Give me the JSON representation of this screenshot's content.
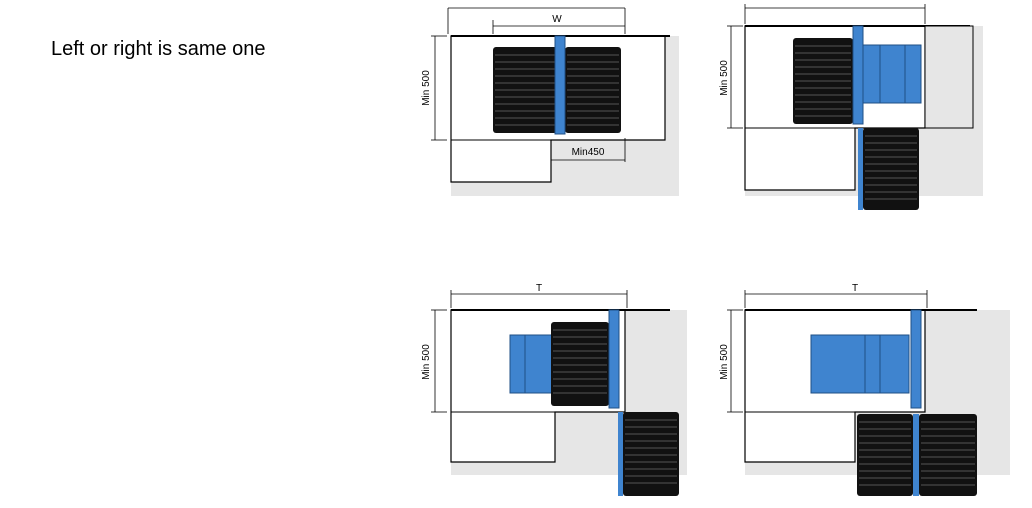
{
  "caption": "Left or right is same one",
  "panels": [
    {
      "id": "top-left",
      "top_dimension": "W",
      "side_dimension": "Min 500",
      "bottom_dimension": "Min450"
    },
    {
      "id": "top-right",
      "top_dimension": "",
      "side_dimension": "Min 500"
    },
    {
      "id": "bottom-left",
      "top_dimension": "T",
      "side_dimension": "Min 500"
    },
    {
      "id": "bottom-right",
      "top_dimension": "T",
      "side_dimension": "Min 500"
    }
  ],
  "colors": {
    "blue": "#3f84cf",
    "blue_dark": "#1f4f86",
    "grey": "#e6e6e6",
    "black": "#111111"
  }
}
